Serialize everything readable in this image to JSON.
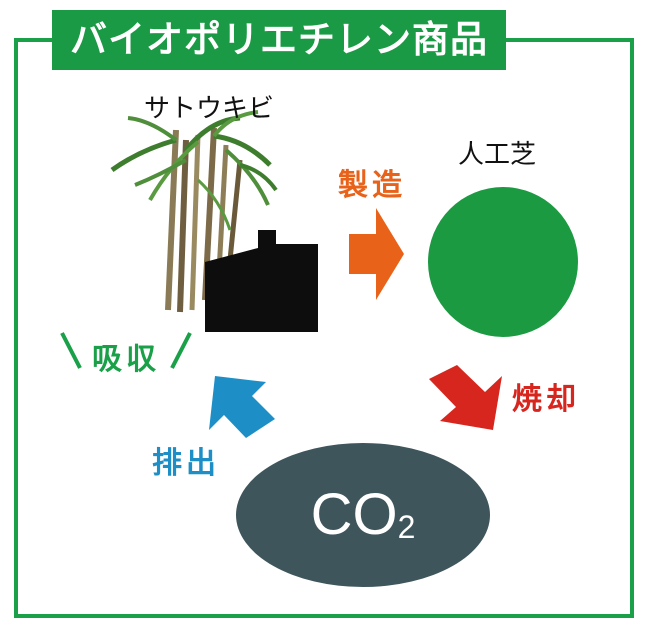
{
  "title": "バイオポリエチレン商品",
  "nodes": {
    "sugarcane": "サトウキビ",
    "turf": "人工芝",
    "co2_main": "CO",
    "co2_sub": "2"
  },
  "processes": {
    "manufacture": "製造",
    "incinerate": "焼却",
    "emit": "排出",
    "absorb": "吸収"
  },
  "colors": {
    "frame": "#1aa048",
    "title_bg": "#1a9a45",
    "manufacture": "#e8621a",
    "incinerate": "#d6261e",
    "emit": "#1e8fc6",
    "absorb": "#1aa048",
    "turf": "#1c9a42",
    "co2": "#3e555b"
  }
}
